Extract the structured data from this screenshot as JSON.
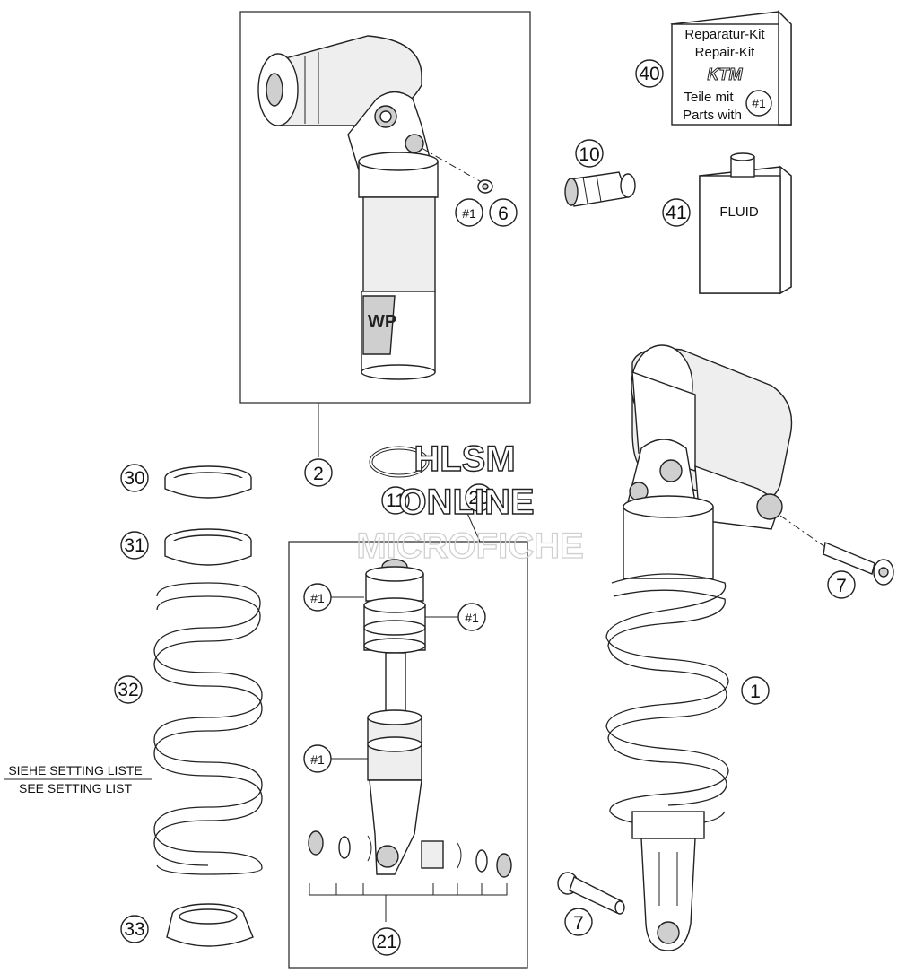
{
  "callouts": {
    "c1": "1",
    "c2": "2",
    "c6": "6",
    "c7a": "7",
    "c7b": "7",
    "c10": "10",
    "c11": "11",
    "c20": "20",
    "c21": "21",
    "c30": "30",
    "c31": "31",
    "c32": "32",
    "c33": "33",
    "c40": "40",
    "c41": "41",
    "h1a": "#1",
    "h1b": "#1",
    "h1c": "#1",
    "h1d": "#1"
  },
  "repair_kit": {
    "line1": "Reparatur-Kit",
    "line2": "Repair-Kit",
    "brand": "KTM",
    "line3": "Teile mit",
    "line4": "Parts with",
    "ref": "#1"
  },
  "fluid_label": "FLUID",
  "spring_note": {
    "line1": "SIEHE SETTING LISTE",
    "line2": "SEE SETTING LIST"
  },
  "watermark": {
    "line1": "HLSM",
    "line2": "ONLINE",
    "line3": "MICROFICHE"
  }
}
